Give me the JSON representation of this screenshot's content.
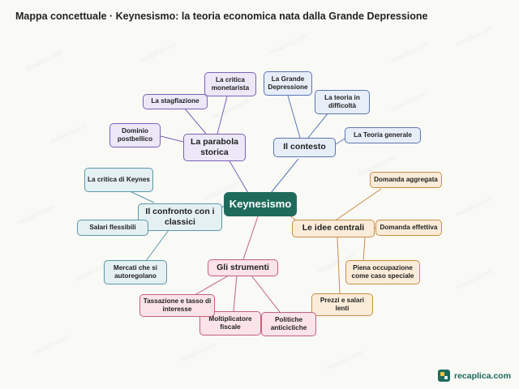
{
  "title": "Mappa concettuale · Keynesismo: la teoria economica nata dalla Grande Depressione",
  "brand": "recaplica.com",
  "watermark_text": "recaplica.com",
  "colors": {
    "root": "#1e6b5c",
    "purple_branch": "#7a62b8",
    "blue_branch": "#5b76b4",
    "orange_branch": "#c98d45",
    "pink_branch": "#c2617a",
    "teal_branch": "#5b97a6"
  },
  "icons": {
    "brand": "recaplica-logo-icon"
  },
  "map": {
    "root": "Keynesismo",
    "branches": {
      "parabola": {
        "label": "La parabola storica",
        "children": [
          "La critica monetarista",
          "La stagflazione",
          "Dominio postbellico"
        ]
      },
      "contesto": {
        "label": "Il contesto",
        "children": [
          "La Grande Depressione",
          "La teoria in difficoltà",
          "La Teoria generale"
        ]
      },
      "idee": {
        "label": "Le idee centrali",
        "children": [
          "Domanda aggregata",
          "Domanda effettiva",
          "Piena occupazione come caso speciale",
          "Prezzi e salari lenti"
        ]
      },
      "strumenti": {
        "label": "Gli strumenti",
        "children": [
          "Tassazione e tasso di interesse",
          "Moltiplicatore fiscale",
          "Politiche anticicliche"
        ]
      },
      "confronto": {
        "label": "Il confronto con i classici",
        "children": [
          "La critica di Keynes",
          "Salari flessibili",
          "Mercati che si autoregolano"
        ]
      }
    }
  }
}
